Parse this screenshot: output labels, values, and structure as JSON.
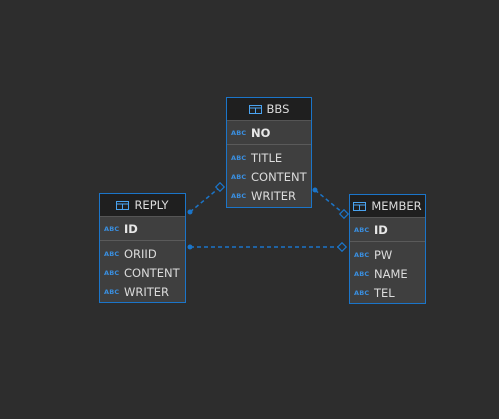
{
  "colors": {
    "background": "#2d2d2d",
    "entity_border": "#1b75c9",
    "entity_body": "#3f3f3f",
    "entity_header": "#1f1f1f",
    "relation_line": "#1b75c9",
    "type_badge": "#3a8fe0"
  },
  "type_badge_text": "ABC",
  "entities": {
    "bbs": {
      "name": "BBS",
      "pk": "NO",
      "columns": [
        "TITLE",
        "CONTENT",
        "WRITER"
      ]
    },
    "reply": {
      "name": "REPLY",
      "pk": "ID",
      "columns": [
        "ORIID",
        "CONTENT",
        "WRITER"
      ]
    },
    "member": {
      "name": "MEMBER",
      "pk": "ID",
      "columns": [
        "PW",
        "NAME",
        "TEL"
      ]
    }
  },
  "relations": [
    {
      "from": "REPLY",
      "to": "BBS",
      "style": "dashed"
    },
    {
      "from": "BBS",
      "to": "MEMBER",
      "style": "dashed"
    },
    {
      "from": "REPLY",
      "to": "MEMBER",
      "style": "dashed"
    }
  ]
}
